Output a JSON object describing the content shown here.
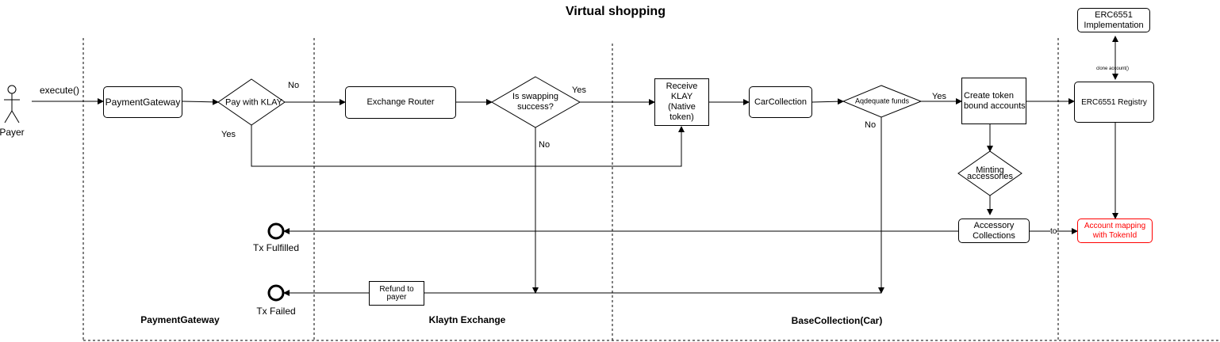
{
  "title": "Virtual shopping",
  "actor": {
    "label": "Payer"
  },
  "lanes": {
    "payment_gateway": "PaymentGateway",
    "klaytn_exchange": "Klaytn Exchange",
    "base_collection": "BaseCollection(Car)"
  },
  "nodes": {
    "payment_gateway": "PaymentGateway",
    "pay_with_klay": "Pay with KLAY",
    "exchange_router": "Exchange Router",
    "swap_success_line1": "Is swapping",
    "swap_success_line2": "success?",
    "receive_klay_line1": "Receive",
    "receive_klay_line2": "KLAY",
    "receive_klay_line3": "(Native",
    "receive_klay_line4": "token)",
    "car_collection": "CarCollection",
    "adequate_funds": "Aqdequate funds",
    "create_tba_line1": "Create token",
    "create_tba_line2": "bound accounts",
    "minting_line1": "Minting",
    "minting_line2": "accessories",
    "accessory_line1": "Accessory",
    "accessory_line2": "Collections",
    "erc6551_impl_line1": "ERC6551",
    "erc6551_impl_line2": "Implementation",
    "erc6551_registry": "ERC6551 Registry",
    "account_mapping_line1": "Account mapping",
    "account_mapping_line2": "with TokenId",
    "refund_line1": "Refund to",
    "refund_line2": "payer",
    "tx_fulfilled": "Tx Fulfilled",
    "tx_failed": "Tx Failed"
  },
  "edge_labels": {
    "execute": "execute()",
    "pay_no": "No",
    "pay_yes": "Yes",
    "swap_yes": "Yes",
    "swap_no": "No",
    "funds_yes": "Yes",
    "funds_no": "No",
    "clone_account": "clone account()",
    "to": "to"
  },
  "colors": {
    "stroke": "#000000",
    "highlight_text": "#ff0000",
    "highlight_border": "#ff0000"
  }
}
